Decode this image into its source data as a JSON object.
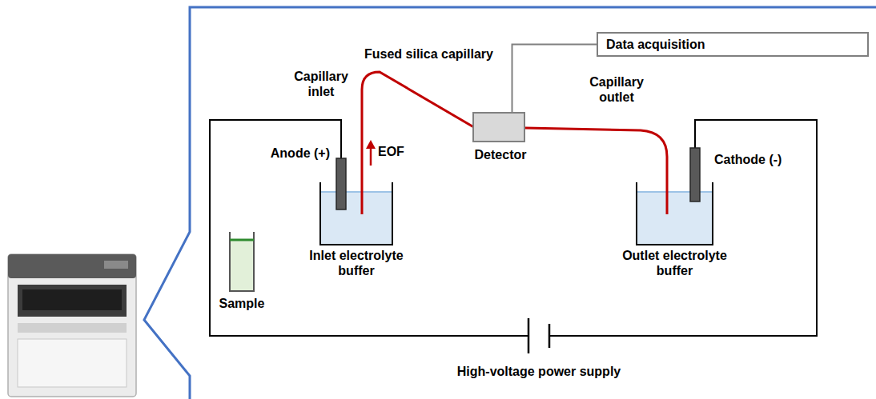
{
  "diagram": {
    "nodes": [
      {
        "text": [
          "Data acquisition"
        ]
      },
      {
        "text": [
          "Detector"
        ]
      },
      {
        "text": [
          "Sample"
        ]
      },
      {
        "text": [
          "Inlet electrolyte buffer"
        ]
      },
      {
        "text": [
          "Outlet electrolyte buffer"
        ]
      }
    ],
    "edges": [
      {
        "from": 1,
        "to": 0,
        "arrow": "none"
      }
    ],
    "labels": [
      "Capillary inlet",
      "Fused silica capillary",
      "Capillary outlet",
      "EOF",
      "Anode (+)",
      "Cathode (-)",
      "High-voltage power supply"
    ]
  }
}
